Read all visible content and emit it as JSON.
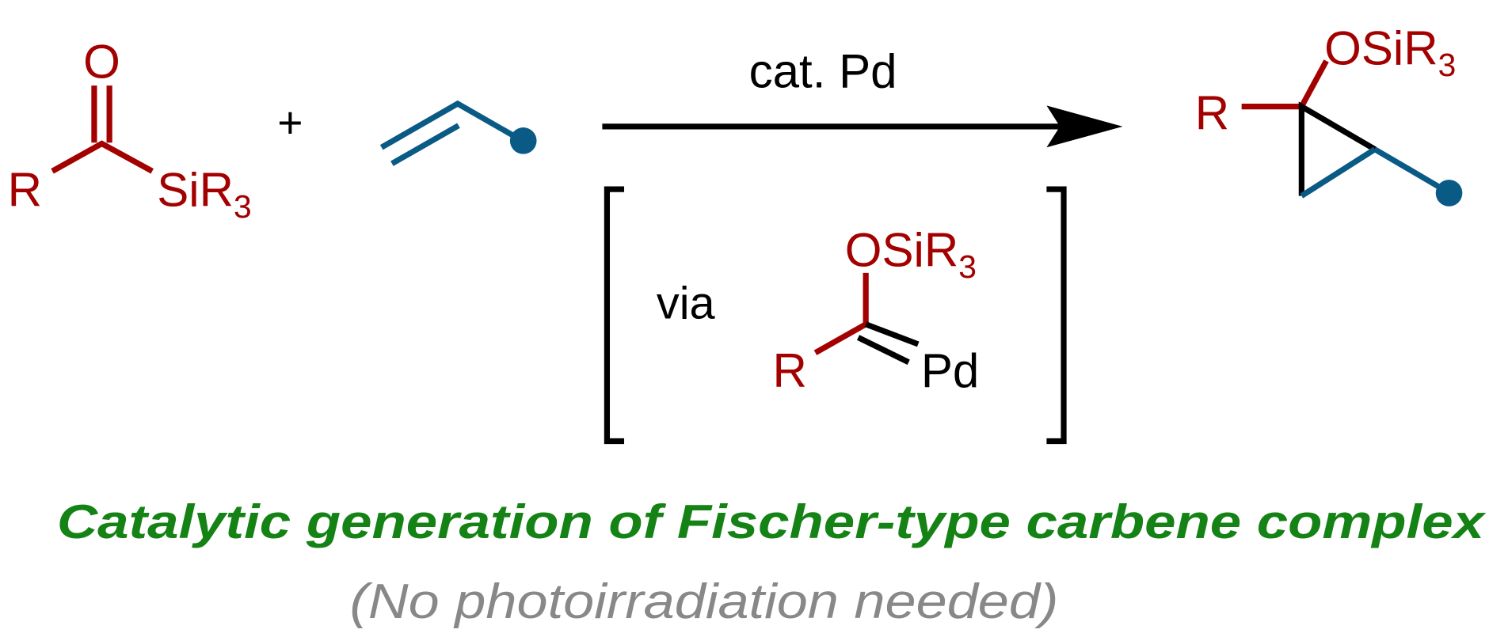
{
  "colors": {
    "substituent": "#a30000",
    "alkene": "#0a5a86",
    "caption": "#148214",
    "note": "#888888"
  },
  "reactant1": {
    "oxygen": "O",
    "r_group": "R",
    "silyl": "SiR",
    "silyl_sub": "3"
  },
  "plus": "+",
  "reagent": {
    "label": "cat. Pd"
  },
  "intermediate": {
    "via": "via",
    "silyloxy": "OSiR",
    "silyloxy_sub": "3",
    "r_group": "R",
    "metal": "Pd"
  },
  "product": {
    "silyloxy": "OSiR",
    "silyloxy_sub": "3",
    "r_group": "R"
  },
  "caption": "Catalytic generation of Fischer-type carbene complex",
  "note": "(No photoirradiation needed)"
}
